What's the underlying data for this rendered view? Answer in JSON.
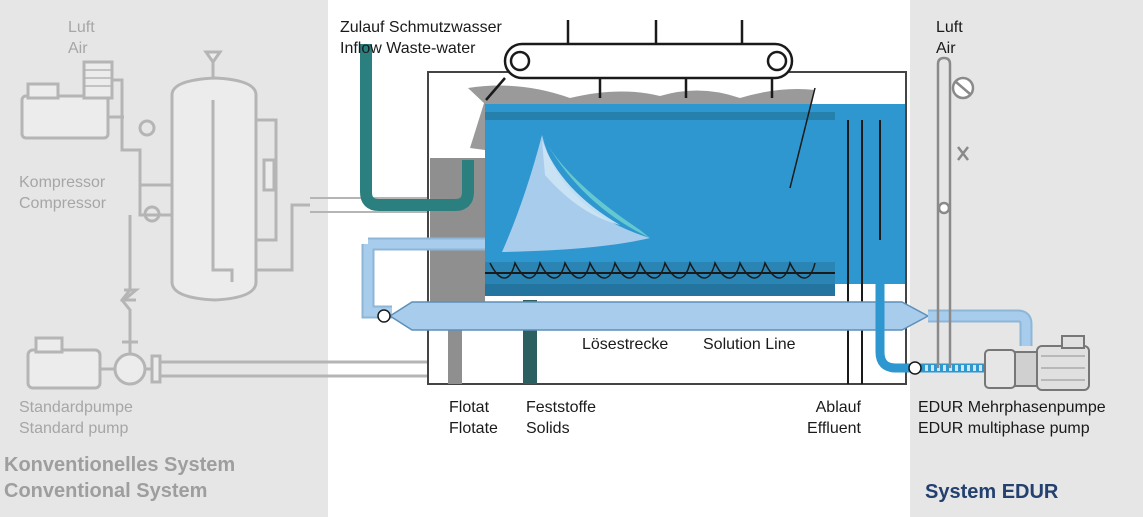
{
  "labels": {
    "luft_left": [
      "Luft",
      "Air"
    ],
    "compressor": [
      "Kompressor",
      "Compressor"
    ],
    "standard_pump": [
      "Standardpumpe",
      "Standard pump"
    ],
    "inflow": [
      "Zulauf Schmutzwasser",
      "Inflow Waste-water"
    ],
    "solution_line_de": "Lösestrecke",
    "solution_line_en": "Solution Line",
    "flotate": [
      "Flotat",
      "Flotate"
    ],
    "solids": [
      "Feststoffe",
      "Solids"
    ],
    "effluent": [
      "Ablauf",
      "Effluent"
    ],
    "luft_right": [
      "Luft",
      "Air"
    ],
    "edur_pump": [
      "EDUR Mehrphasenpumpe",
      "EDUR multiphase pump"
    ]
  },
  "systems": {
    "conventional": [
      "Konventionelles System",
      "Conventional System"
    ],
    "edur": "System EDUR"
  },
  "colors": {
    "panel_grey": "#e6e6e6",
    "tank_blue": "#2e97cf",
    "pipe_light_blue": "#a7ccec",
    "teal_pipe": "#2c7f7f",
    "flotate_grey": "#8f8f8f",
    "system_label_grey": "#9e9e9e",
    "edur_navy": "#23406f"
  }
}
